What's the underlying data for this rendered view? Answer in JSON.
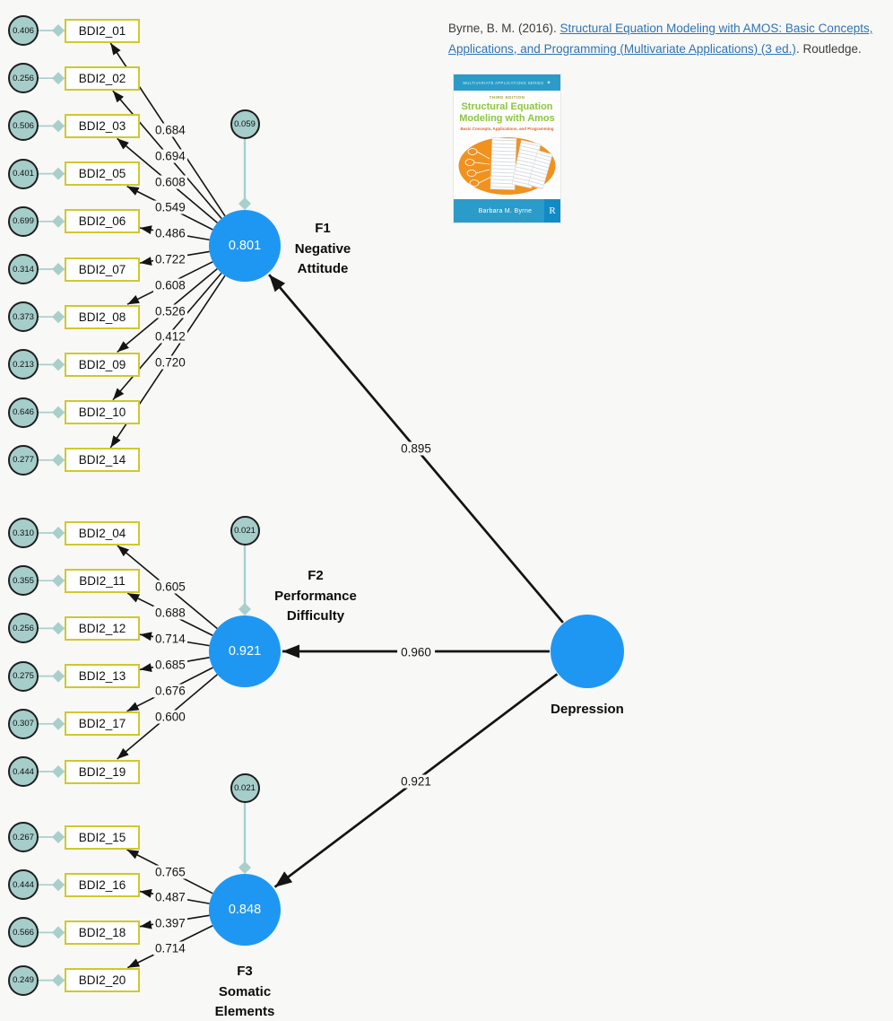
{
  "page": {
    "background": "#f8f8f7"
  },
  "citation": {
    "prefix": "Byrne, B. M. (2016). ",
    "link_line1": "Structural Equation Modeling with AMOS: Basic Concepts, ",
    "link_line2": "Applications, and Programming (Multivariate Applications) (3 ed.)",
    "suffix": ". Routledge."
  },
  "book_cover": {
    "series_text": "MULTIVARIATE APPLICATIONS SERIES",
    "edition": "THIRD EDITION",
    "title_line1": "Structural Equation",
    "title_line2": "Modeling with Amos",
    "subtitle": "Basic Concepts, Applications, and Programming",
    "author": "Barbara M. Byrne",
    "publisher_logo_letter": "R"
  },
  "icons": {
    "series_logo": "✦"
  },
  "model": {
    "depression": {
      "label": "Depression"
    },
    "factors": [
      {
        "id": "f1",
        "value": "0.801",
        "residual": "0.059",
        "path_coefficient": "0.895",
        "name_lines": [
          "F1",
          "Negative",
          "Attitude"
        ],
        "indicators": [
          {
            "label": "BDI2_01",
            "error": "0.406",
            "loading": "0.684"
          },
          {
            "label": "BDI2_02",
            "error": "0.256",
            "loading": "0.694"
          },
          {
            "label": "BDI2_03",
            "error": "0.506",
            "loading": "0.608"
          },
          {
            "label": "BDI2_05",
            "error": "0.401",
            "loading": "0.549"
          },
          {
            "label": "BDI2_06",
            "error": "0.699",
            "loading": "0.486"
          },
          {
            "label": "BDI2_07",
            "error": "0.314",
            "loading": "0.722"
          },
          {
            "label": "BDI2_08",
            "error": "0.373",
            "loading": "0.608"
          },
          {
            "label": "BDI2_09",
            "error": "0.213",
            "loading": "0.526"
          },
          {
            "label": "BDI2_10",
            "error": "0.646",
            "loading": "0.412"
          },
          {
            "label": "BDI2_14",
            "error": "0.277",
            "loading": "0.720"
          }
        ]
      },
      {
        "id": "f2",
        "value": "0.921",
        "residual": "0.021",
        "path_coefficient": "0.960",
        "name_lines": [
          "F2",
          "Performance",
          "Difficulty"
        ],
        "indicators": [
          {
            "label": "BDI2_04",
            "error": "0.310",
            "loading": "0.605"
          },
          {
            "label": "BDI2_11",
            "error": "0.355",
            "loading": "0.688"
          },
          {
            "label": "BDI2_12",
            "error": "0.256",
            "loading": "0.714"
          },
          {
            "label": "BDI2_13",
            "error": "0.275",
            "loading": "0.685"
          },
          {
            "label": "BDI2_17",
            "error": "0.307",
            "loading": "0.676"
          },
          {
            "label": "BDI2_19",
            "error": "0.444",
            "loading": "0.600"
          }
        ]
      },
      {
        "id": "f3",
        "value": "0.848",
        "residual": "0.021",
        "path_coefficient": "0.921",
        "name_lines": [
          "F3",
          "Somatic",
          "Elements"
        ],
        "indicators": [
          {
            "label": "BDI2_15",
            "error": "0.267",
            "loading": "0.765"
          },
          {
            "label": "BDI2_16",
            "error": "0.444",
            "loading": "0.487"
          },
          {
            "label": "BDI2_18",
            "error": "0.566",
            "loading": "0.397"
          },
          {
            "label": "BDI2_20",
            "error": "0.249",
            "loading": "0.714"
          }
        ]
      }
    ]
  },
  "colors": {
    "factor_fill": "#1e97f3",
    "error_fill": "#a5cdca",
    "connector_teal": "#a8cfcc",
    "indicator_border": "#cfc92b",
    "line_black": "#141414",
    "link_blue": "#2e74b5",
    "book_band_blue": "#2b9cc9",
    "book_title_green": "#8dc63f",
    "book_subtitle_orange": "#e8632c",
    "book_ellipse_orange": "#f0921e"
  }
}
